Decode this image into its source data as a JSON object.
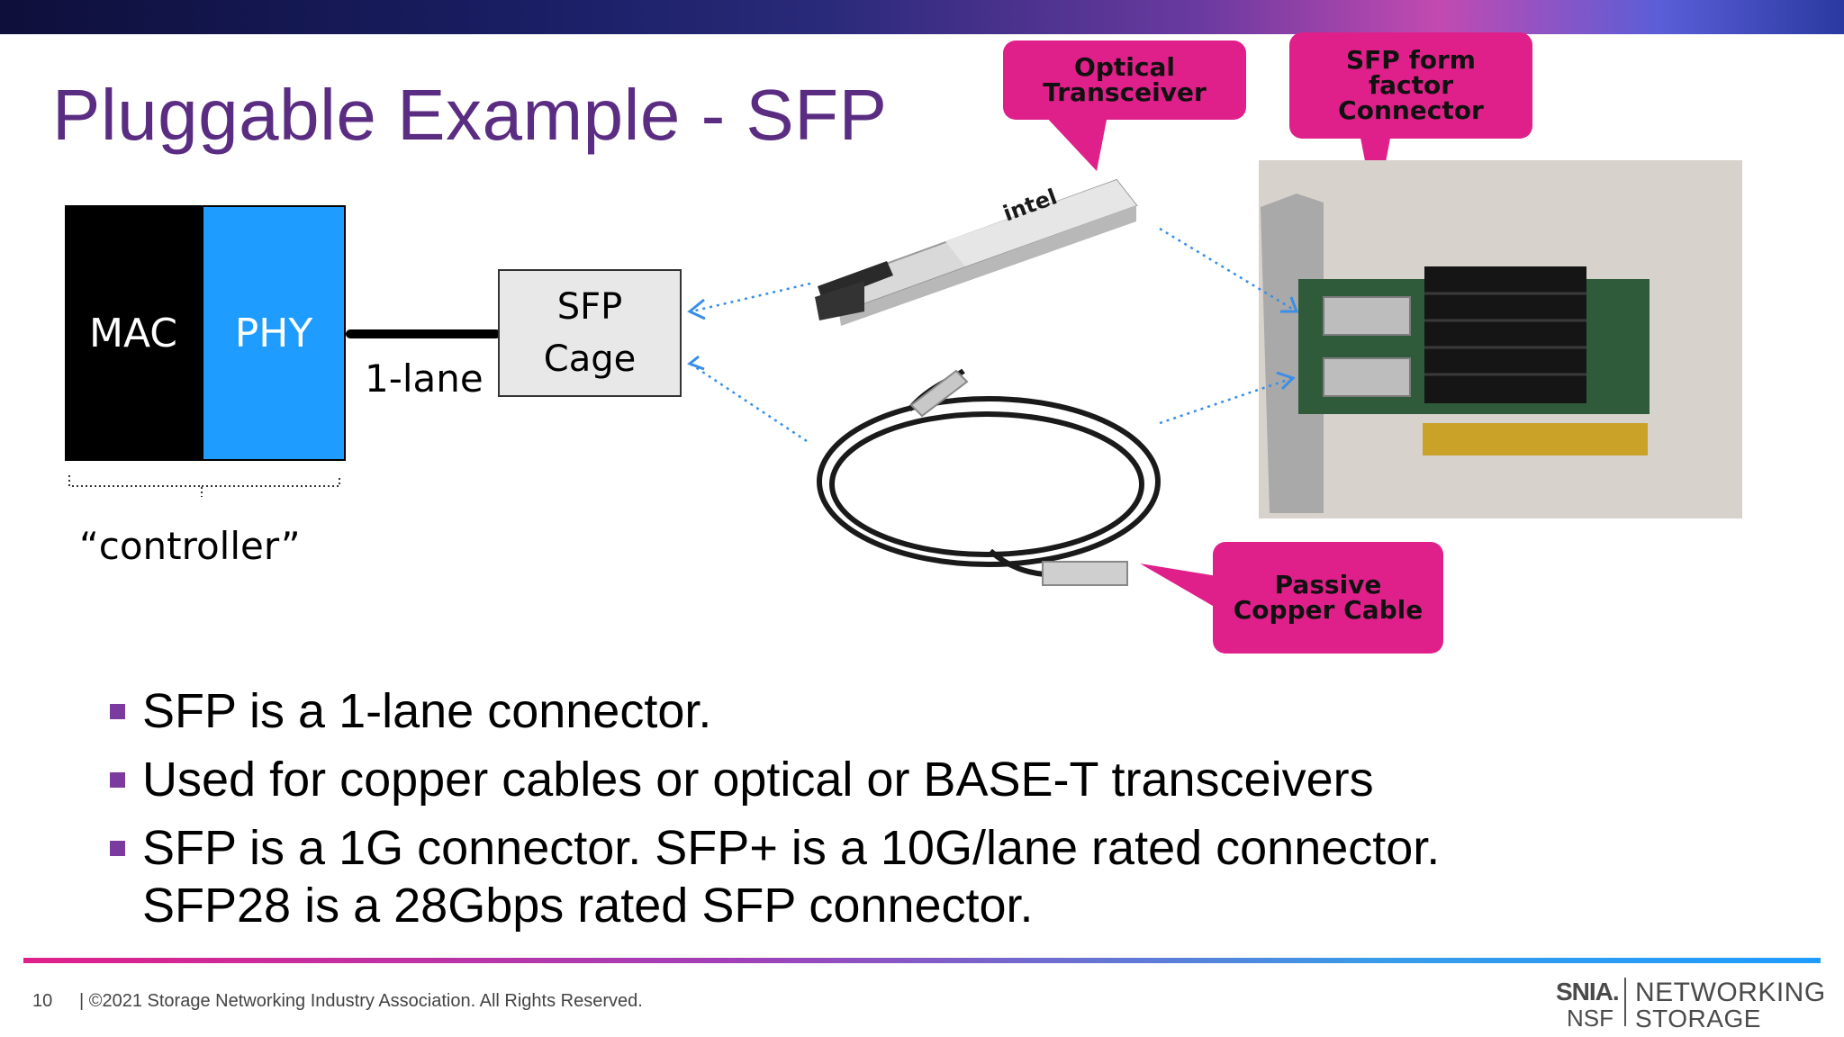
{
  "slide": {
    "title": "Pluggable Example - SFP"
  },
  "diagram": {
    "mac_label": "MAC",
    "phy_label": "PHY",
    "lane_label": "1-lane",
    "cage_line1": "SFP",
    "cage_line2": "Cage",
    "controller_label": "“controller”"
  },
  "callouts": {
    "optical": "Optical\nTransceiver",
    "connector": "SFP form\nfactor\nConnector",
    "cable": "Passive\nCopper Cable"
  },
  "images": {
    "transceiver_brand": "intel"
  },
  "bullets": [
    "SFP is a 1-lane connector.",
    "Used for copper cables or optical or BASE-T transceivers",
    "SFP is a 1G connector.  SFP+ is a 10G/lane rated connector.\nSFP28 is a 28Gbps rated SFP connector."
  ],
  "footer": {
    "page_number": "10",
    "copyright": "| ©2021 Storage Networking Industry Association. All Rights Reserved.",
    "logo_snia": "SNIA.",
    "logo_nsf": "NSF",
    "logo_networking": "NETWORKING",
    "logo_storage": "STORAGE"
  },
  "colors": {
    "title": "#5b2d82",
    "phy_block": "#1e9cff",
    "callout": "#e0208a",
    "bullet_square": "#7a3a9e"
  }
}
